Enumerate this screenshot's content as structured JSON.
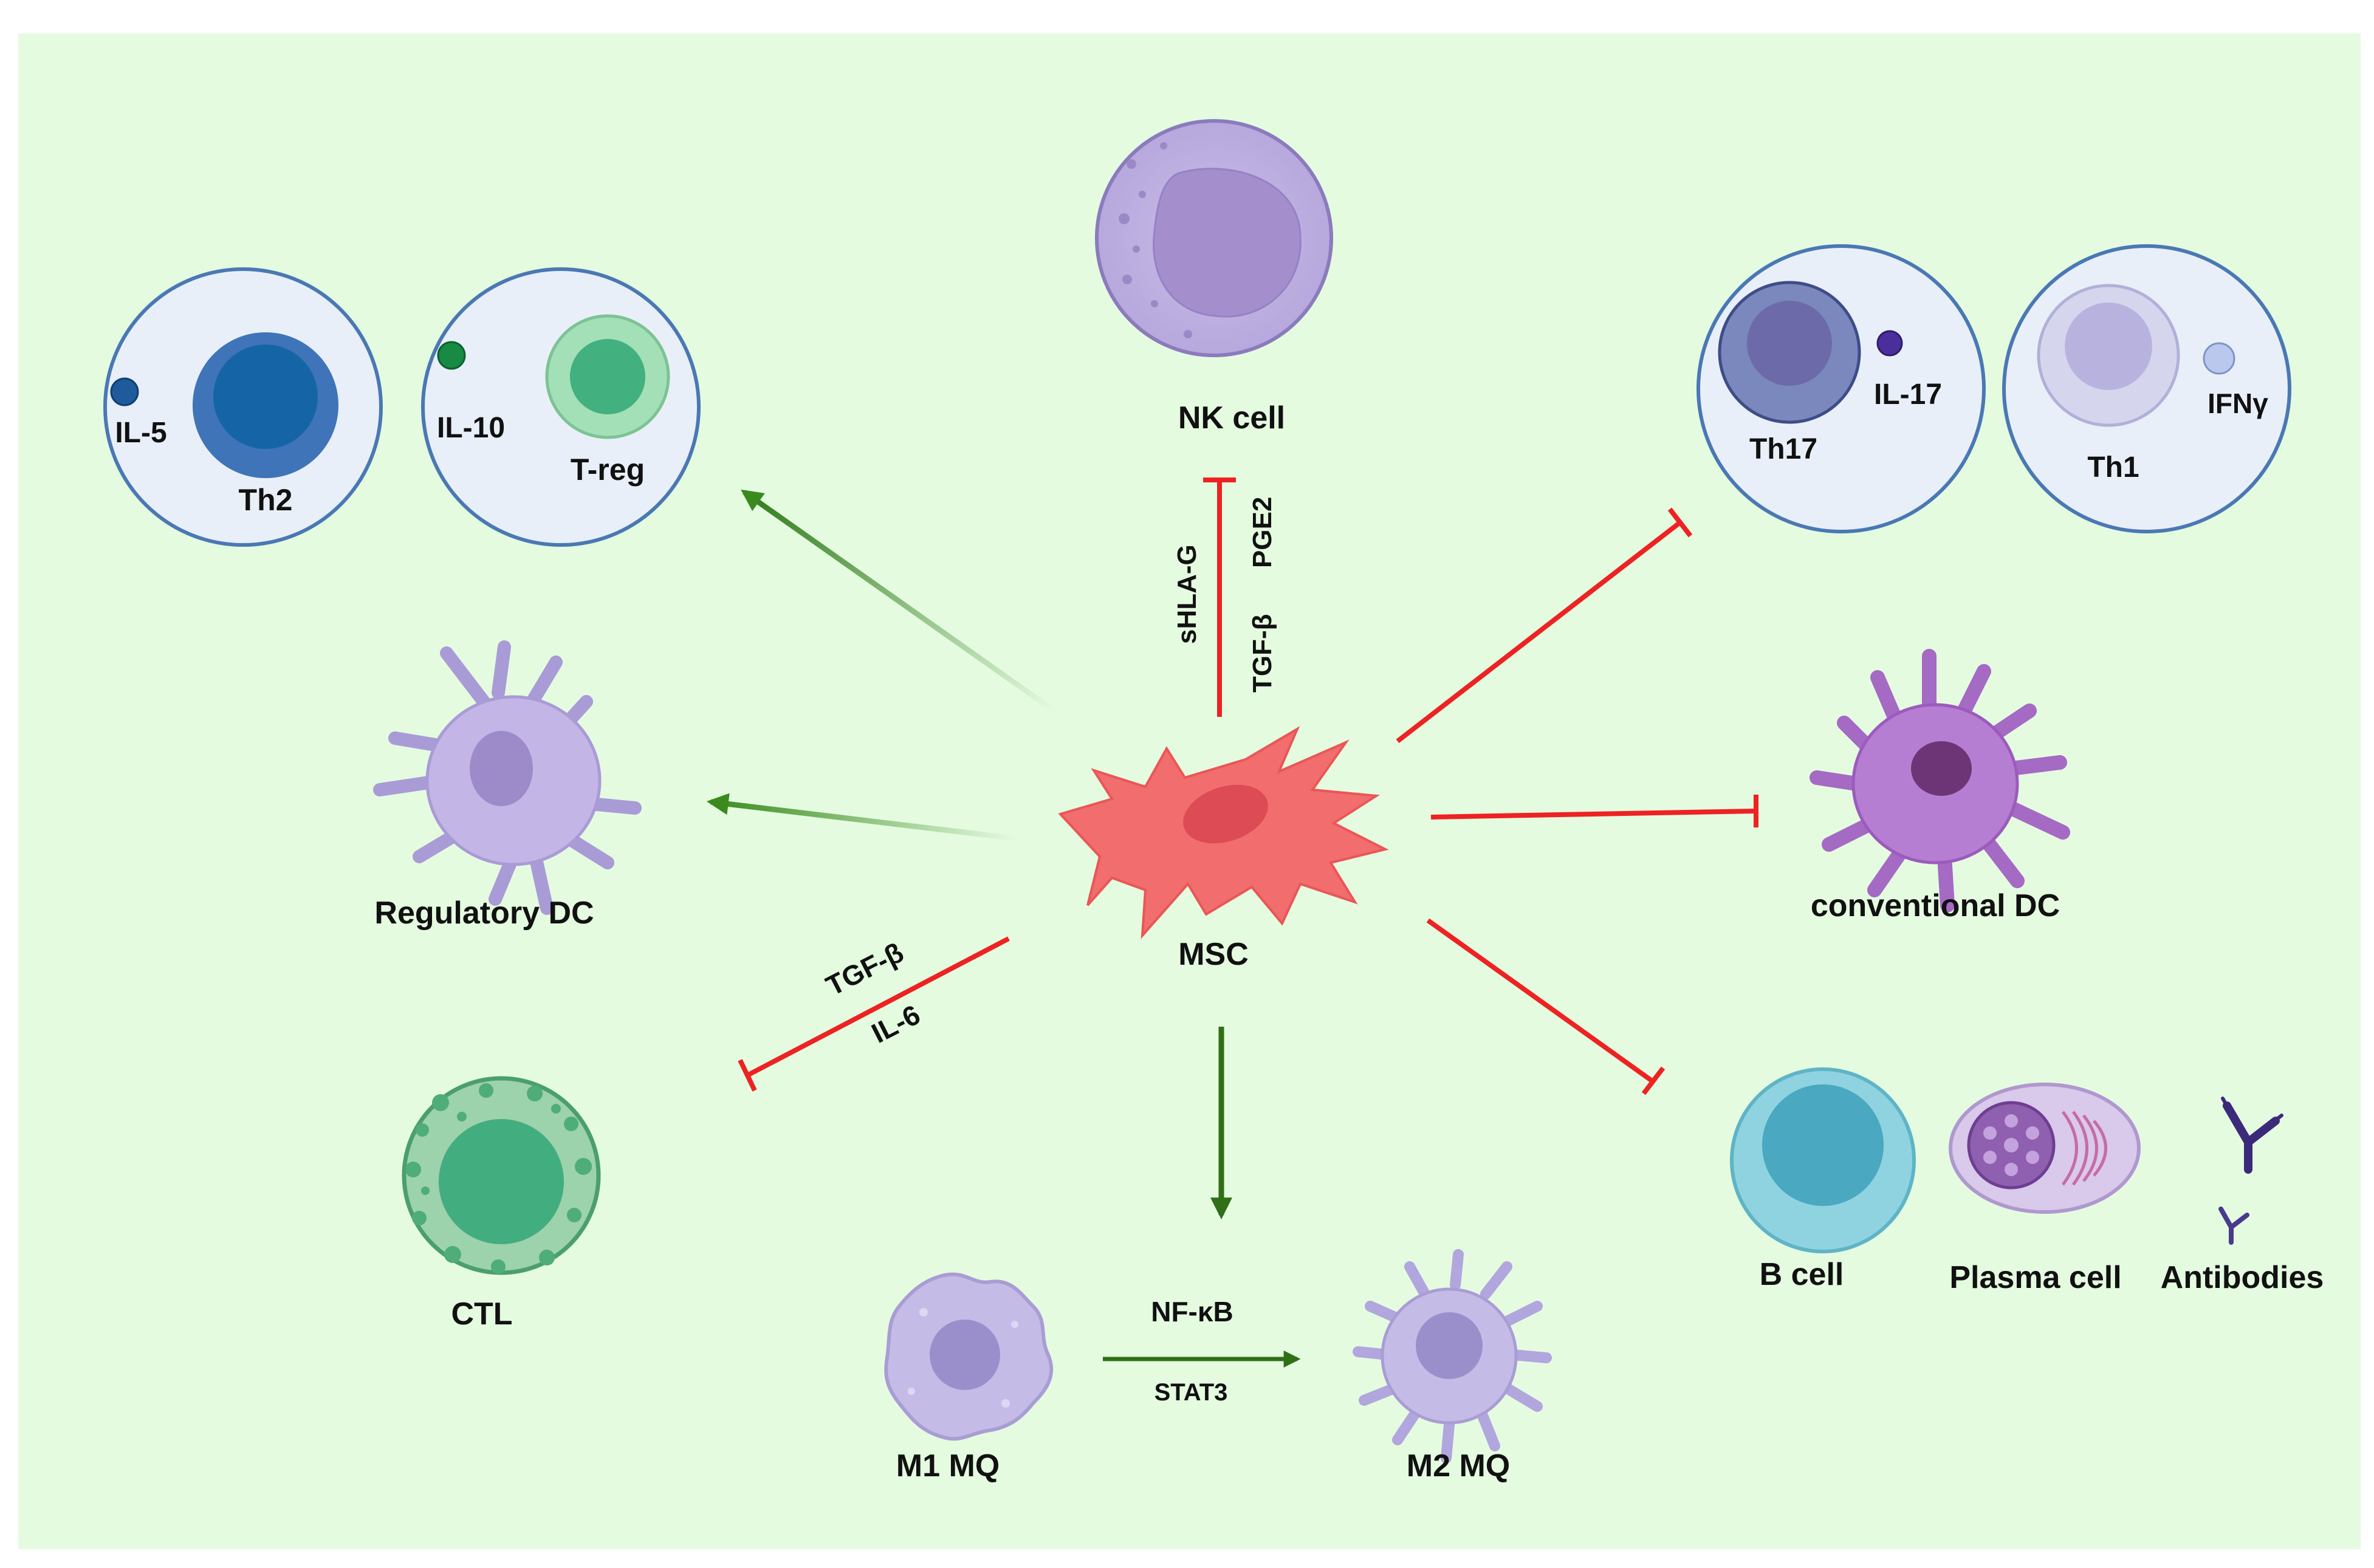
{
  "colors": {
    "background": "#e4fbe0",
    "inhibit": "#ee2222",
    "promote_dark": "#2f6f16",
    "promote_light": "#58b030",
    "msc": "#f26d6d"
  },
  "labels": {
    "nk_cell": "NK cell",
    "msc": "MSC",
    "th2": "Th2",
    "il5": "IL-5",
    "il10": "IL-10",
    "treg": "T-reg",
    "th17": "Th17",
    "il17": "IL-17",
    "th1": "Th1",
    "ifng": "IFNγ",
    "regulatory_dc": "Regulatory DC",
    "conventional_dc": "conventional DC",
    "ctl": "CTL",
    "m1": "M1 MQ",
    "m2": "M2 MQ",
    "b_cell": "B cell",
    "plasma_cell": "Plasma cell",
    "antibodies": "Antibodies"
  },
  "mediators": {
    "shlag": "sHLA-G",
    "tgfb_nk": "TGF-β",
    "pge2": "PGE2",
    "tgfb_ctl": "TGF-β",
    "il6": "IL-6",
    "nfkb": "NF-κB",
    "stat3": "STAT3"
  }
}
